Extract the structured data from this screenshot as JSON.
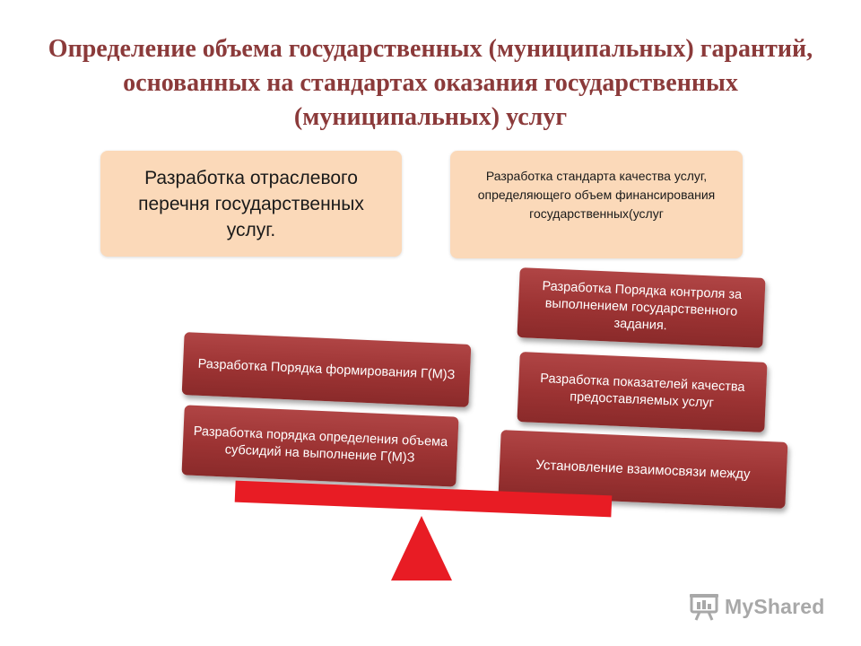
{
  "title": "Определение объема государственных (муниципальных) гарантий, основанных на стандартах оказания государственных (муниципальных) услуг",
  "top_boxes": {
    "left": "Разработка отраслевого перечня государственных услуг.",
    "right": "Разработка стандарта качества услуг, определяющего объем финансирования государственных(услуг"
  },
  "left_side": {
    "formation_order": "Разработка  Порядка формирования Г(М)З",
    "subsidy_order": "Разработка порядка определения объема субсидий на выполнение Г(М)З"
  },
  "right_side": {
    "control_order": "Разработка Порядка контроля за выполнением государственного задания.",
    "quality_indicators": "Разработка показателей качества предоставляемых услуг",
    "relationship": "Установление взаимосвязи между"
  },
  "colors": {
    "title": "#8b3a3a",
    "peach_box": "#fbd9b9",
    "red_box": "#9c3333",
    "scale": "#e81c24"
  },
  "watermark": {
    "text": "MyShared",
    "icon": "presentation-board-icon"
  }
}
